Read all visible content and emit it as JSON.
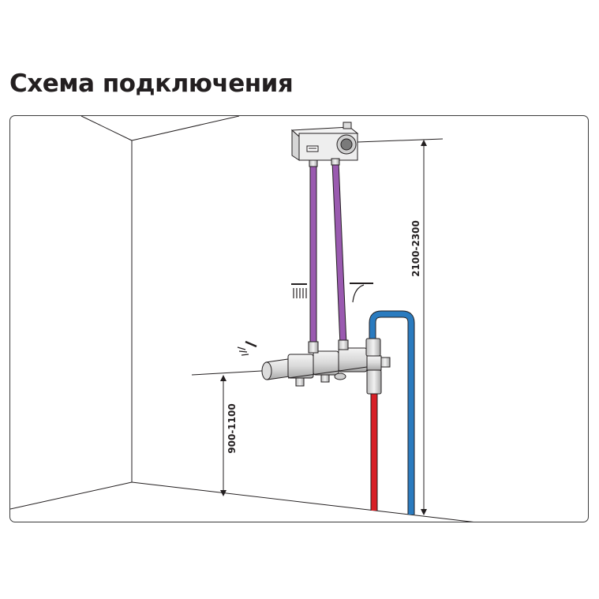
{
  "title": "Схема подключения",
  "dimensions": {
    "mixer_height": "900-1100",
    "shower_head_height": "2100-2300"
  },
  "colors": {
    "hot_pipe": "#d71f26",
    "cold_pipe": "#2a7bbf",
    "hose": "#9a5ab0",
    "line": "#231f20"
  },
  "icons": {
    "overhead_shower": "rain-shower-icon",
    "hand_shower": "hand-shower-icon",
    "spout": "spout-icon"
  }
}
